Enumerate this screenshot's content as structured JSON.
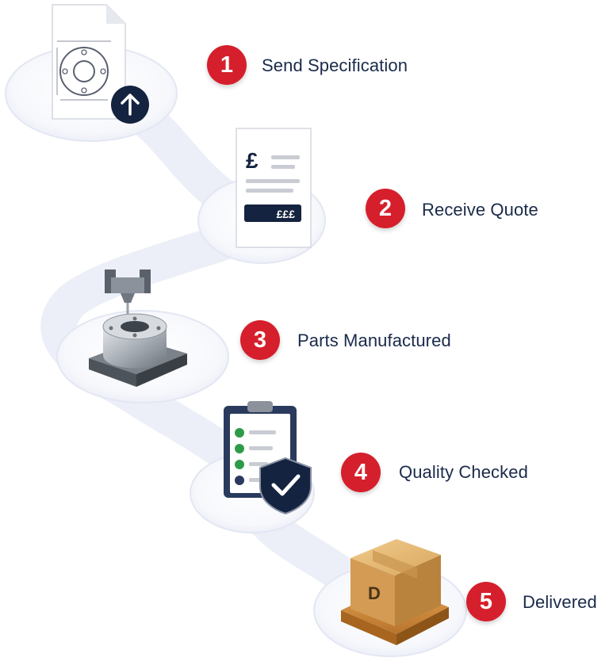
{
  "colors": {
    "badge": "#d61f2c",
    "label": "#1a2a4a",
    "navy": "#14233f",
    "path": "#e8ebf6",
    "check_green": "#2e9b4a"
  },
  "steps": [
    {
      "number": "1",
      "label": "Send Specification",
      "icon": "drawing-upload-icon"
    },
    {
      "number": "2",
      "label": "Receive Quote",
      "icon": "quote-document-icon"
    },
    {
      "number": "3",
      "label": "Parts Manufactured",
      "icon": "cnc-machining-icon"
    },
    {
      "number": "4",
      "label": "Quality Checked",
      "icon": "checklist-shield-icon"
    },
    {
      "number": "5",
      "label": "Delivered",
      "icon": "box-on-pallet-icon"
    }
  ],
  "quote_symbol": "£",
  "quote_total": "£££",
  "box_letter": "D"
}
